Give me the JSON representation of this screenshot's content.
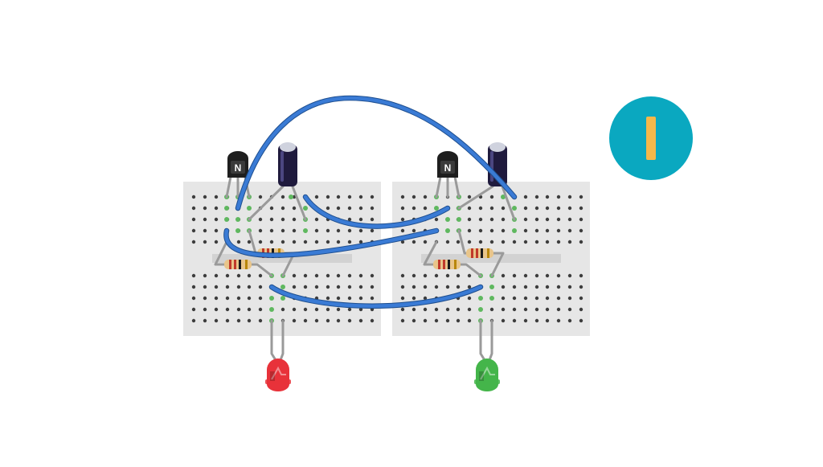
{
  "diagram": {
    "kind": "breadboard-circuit",
    "boards": [
      "left-breadboard",
      "right-breadboard"
    ],
    "components": {
      "transistors": [
        {
          "id": "left-transistor",
          "type": "NPN",
          "label": "N"
        },
        {
          "id": "right-transistor",
          "type": "NPN",
          "label": "N"
        }
      ],
      "capacitors": [
        "left-capacitor",
        "right-capacitor"
      ],
      "resistors": [
        "left-resistor-upper",
        "left-resistor-lower",
        "right-resistor-upper",
        "right-resistor-lower"
      ],
      "leds": [
        {
          "id": "red-led",
          "color": "#e8323a"
        },
        {
          "id": "green-led",
          "color": "#44b54a"
        }
      ],
      "wires_color": "#3a7bd5"
    },
    "colors": {
      "board": "#e6e6e6",
      "hole": "#3d3d3d",
      "active_hole": "#5fb85f",
      "lead": "#9a9a9a",
      "capacitor": "#1f1a3d",
      "transistor": "#1e1e1e",
      "badge": "#0aa8c0",
      "badge_mark": "#f5b84a"
    },
    "step_badge": {
      "mark": "I",
      "icon": "step-one-icon"
    }
  }
}
